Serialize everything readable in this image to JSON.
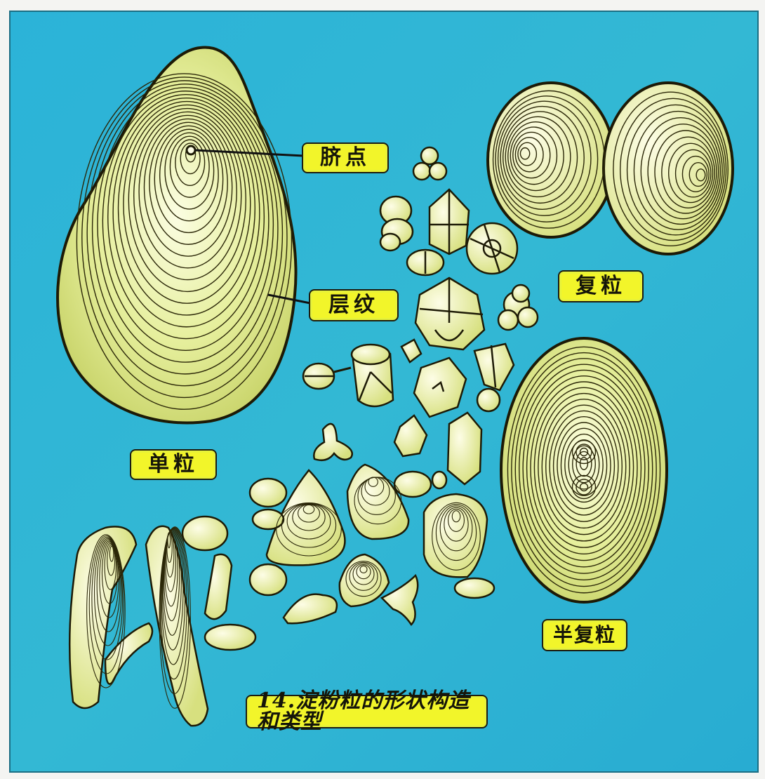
{
  "figure": {
    "caption": "14.淀粉粒的形状构造和类型",
    "labels": {
      "hilum": "脐点",
      "lamella": "层纹",
      "compound_grain": "复粒",
      "simple_grain": "单粒",
      "semi_compound_grain": "半复粒"
    }
  },
  "colors": {
    "background": "#2ab3d6",
    "grain_fill": "#e9f1a4",
    "grain_highlight": "#fbfde2",
    "outline": "#1d1a06",
    "label_fill": "#f2f52a",
    "frame": "#f4f4f2"
  }
}
